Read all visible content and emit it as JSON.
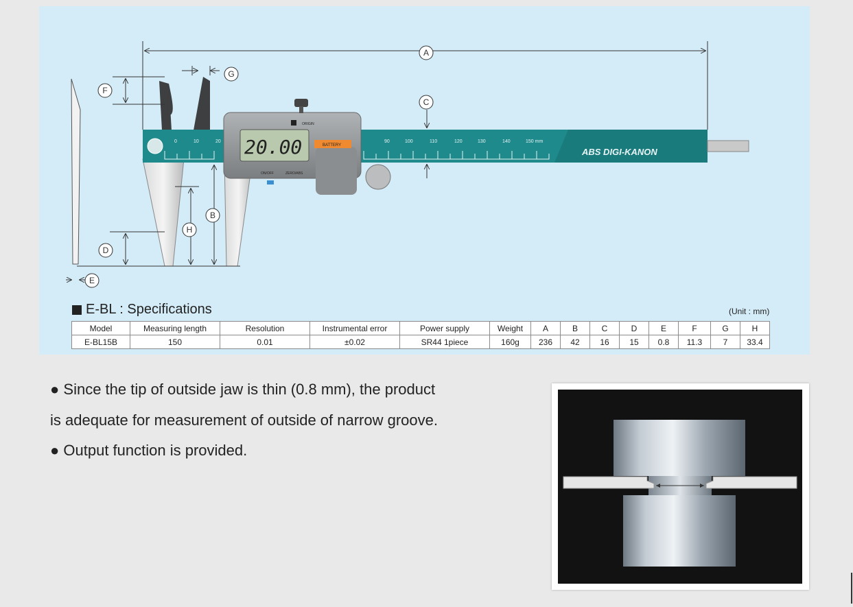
{
  "diagram": {
    "labels": {
      "A": "A",
      "B": "B",
      "C": "C",
      "D": "D",
      "E": "E",
      "F": "F",
      "G": "G",
      "H": "H"
    },
    "display_value": "20.00",
    "battery_label": "BATTERY",
    "brand": "ABS DIGI-KANON",
    "button_origin": "ORIGIN",
    "button_on_off": "ON/OFF",
    "button_zero_abs": "ZERO/ABS",
    "scale_ticks": [
      "0",
      "10",
      "20",
      "90",
      "100",
      "110",
      "120",
      "130",
      "140",
      "150 mm"
    ]
  },
  "specs": {
    "title": "E-BL : Specifications",
    "unit": "(Unit : mm)",
    "headers": [
      "Model",
      "Measuring length",
      "Resolution",
      "Instrumental error",
      "Power supply",
      "Weight",
      "A",
      "B",
      "C",
      "D",
      "E",
      "F",
      "G",
      "H"
    ],
    "values": [
      "E-BL15B",
      "150",
      "0.01",
      "±0.02",
      "SR44 1piece",
      "160g",
      "236",
      "42",
      "16",
      "15",
      "0.8",
      "11.3",
      "7",
      "33.4"
    ]
  },
  "description": {
    "line1": "● Since the tip of outside jaw is thin (0.8 mm), the product",
    "line2": "is adequate for measurement of outside of narrow groove.",
    "line3": "● Output function is provided."
  },
  "colors": {
    "panel_bg": "#d4ecf8",
    "beam_teal": "#1e8a8c",
    "battery_orange": "#f08a30",
    "lcd_green": "#b9c9ad",
    "page_bg": "#e9e9e9"
  }
}
